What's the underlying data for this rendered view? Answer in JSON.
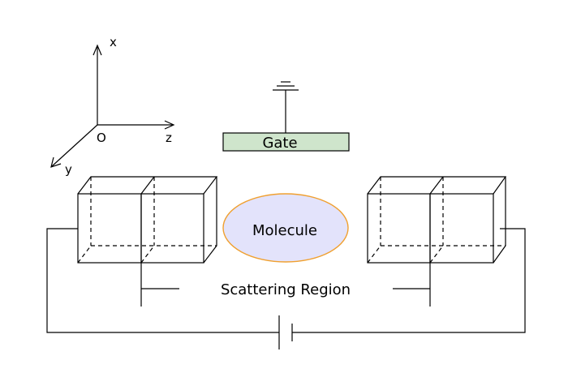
{
  "axes": {
    "x_label": "x",
    "z_label": "z",
    "y_label": "y",
    "origin_label": "O"
  },
  "gate": {
    "label": "Gate",
    "fill_color": "#cfe5cc"
  },
  "molecule": {
    "label": "Molecule",
    "fill_color": "#e3e3fb",
    "stroke_color": "#f0a030"
  },
  "region": {
    "label": "Scattering Region"
  }
}
